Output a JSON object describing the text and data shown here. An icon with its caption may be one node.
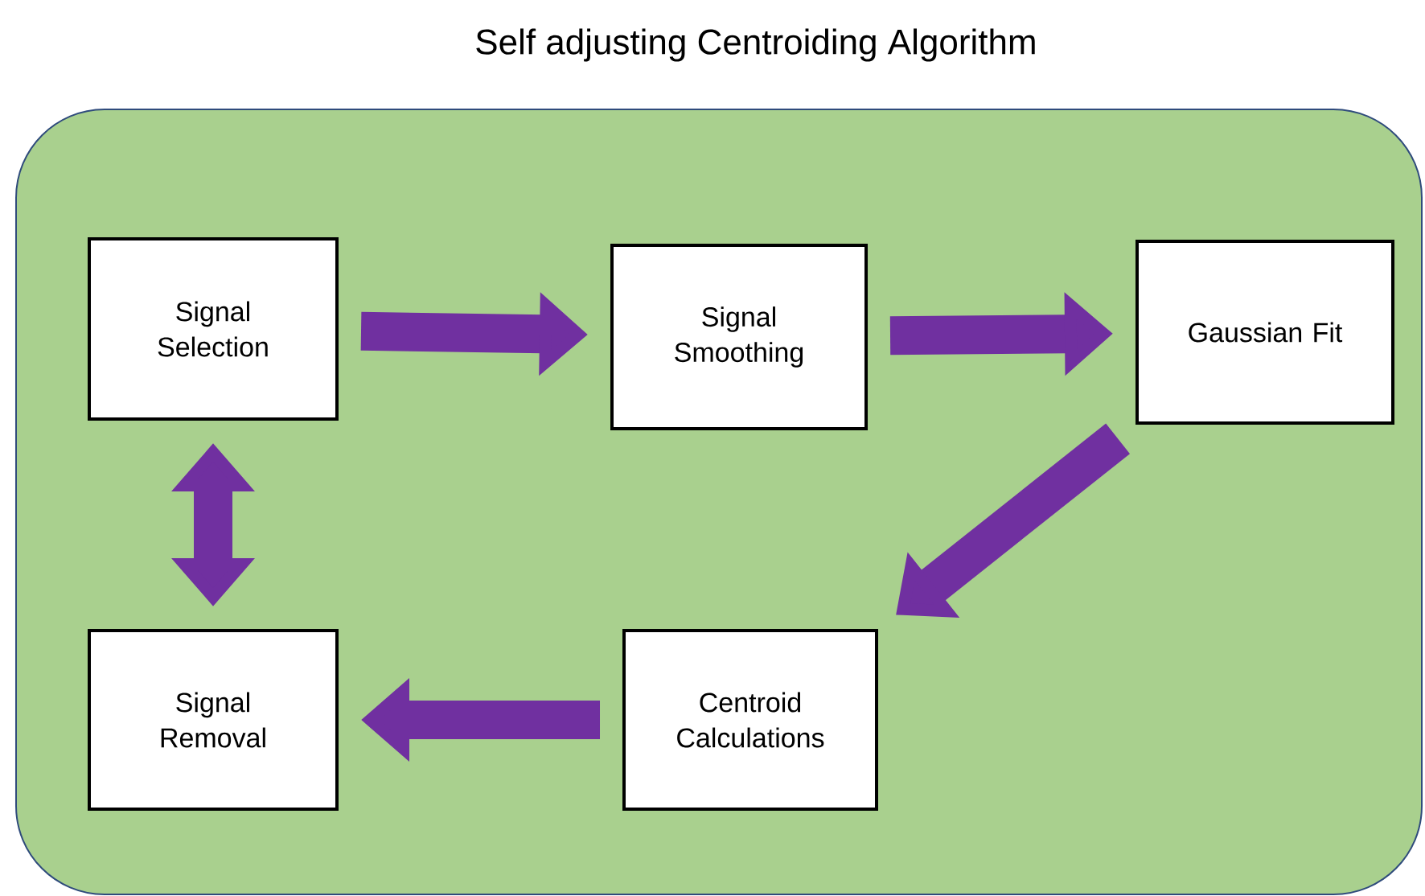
{
  "diagram": {
    "title": "Self adjusting Centroiding Algorithm",
    "nodes": [
      {
        "text": [],
        "shape": "box"
      },
      {
        "text": [
          "Signal Selection"
        ],
        "in": 0
      },
      {
        "text": [
          "Signal Smoothing"
        ],
        "in": 0
      },
      {
        "text": [
          "Gaussian Fit"
        ],
        "in": 0
      },
      {
        "text": [
          "Signal Removal"
        ],
        "in": 0
      },
      {
        "text": [
          "Centroid Calculations"
        ],
        "in": 0
      }
    ],
    "edges": [
      {
        "from": 1,
        "to": 2,
        "arrow": "to"
      },
      {
        "from": 2,
        "to": 3,
        "arrow": "to"
      },
      {
        "from": 3,
        "to": 5,
        "arrow": "to"
      },
      {
        "from": 5,
        "to": 4,
        "arrow": "to"
      },
      {
        "from": 1,
        "to": 4,
        "arrow": "both"
      }
    ]
  }
}
